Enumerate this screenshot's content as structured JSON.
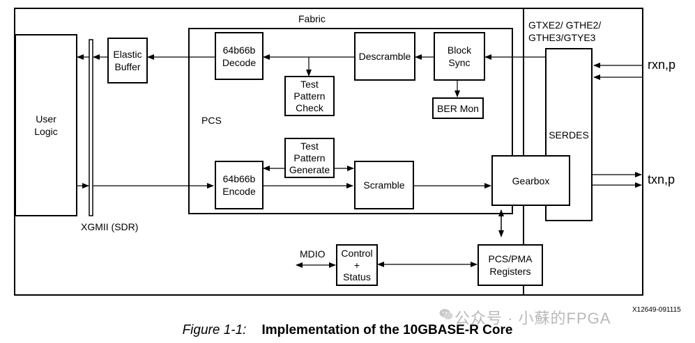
{
  "diagram": {
    "regions": {
      "fabric": "Fabric",
      "transceiver": "GTXE2/ GTHE2/\nGTHE3/GTYE3",
      "pcs": "PCS"
    },
    "blocks": {
      "user_logic": "User\nLogic",
      "elastic_buffer": "Elastic\nBuffer",
      "decode": "64b66b\nDecode",
      "descramble": "Descramble",
      "block_sync": "Block\nSync",
      "test_pattern_check": "Test\nPattern\nCheck",
      "ber_mon": "BER Mon",
      "test_pattern_generate": "Test\nPattern\nGenerate",
      "encode": "64b66b\nEncode",
      "scramble": "Scramble",
      "gearbox": "Gearbox",
      "serdes": "SERDES",
      "control_status": "Control\n+\nStatus",
      "pcs_pma_registers": "PCS/PMA\nRegisters"
    },
    "signals": {
      "xgmii": "XGMII (SDR)",
      "mdio": "MDIO",
      "rx": "rxn,p",
      "tx": "txn,p"
    },
    "doc_code": "X12649-091115"
  },
  "caption": {
    "figure_label": "Figure 1-1:",
    "title": "Implementation of the 10GBASE-R Core"
  },
  "watermark": "公众号 · 小蘇的FPGA"
}
